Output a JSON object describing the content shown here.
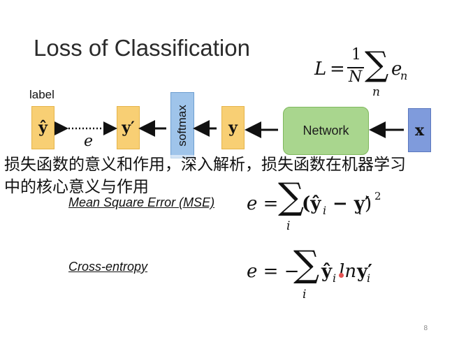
{
  "slide": {
    "title": "Loss of Classification",
    "page_number": "8"
  },
  "formula_top": {
    "lhs": "L",
    "eq": "=",
    "num": "1",
    "den": "N",
    "sum": "∑",
    "sub": "n",
    "term": "e",
    "term_sub": "n"
  },
  "pipeline": {
    "label": "label",
    "y_hat": "ŷ",
    "y_prime": "y′",
    "softmax": "softmax",
    "y": "y",
    "network": "Network",
    "x": "x",
    "e": "e"
  },
  "losses": {
    "mse_name": "Mean Square Error (MSE)",
    "mse_formula_left": "e =",
    "mse_formula_right": "(ŷ",
    "mse_sub_i": "i",
    "mse_minus": "− y′",
    "mse_paren": ")",
    "mse_sq": "2",
    "ce_name": "Cross-entropy",
    "ce_formula_left": "e = −",
    "ce_formula_right": "ŷ",
    "ce_ln": "ln",
    "ce_yprime": "y′"
  },
  "overlay": {
    "line1": "损失函数的意义和作用，深入解析，损失函数在机器学习",
    "line2": "中的核心意义与作用"
  }
}
